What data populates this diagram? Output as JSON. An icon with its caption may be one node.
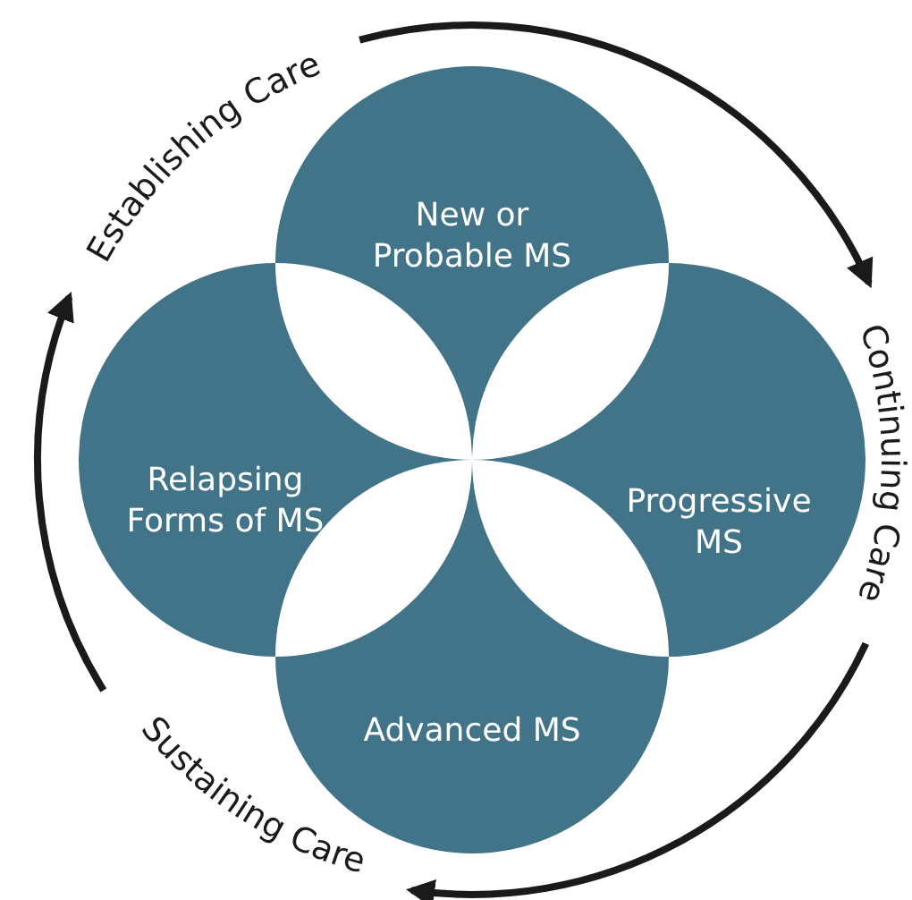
{
  "diagram": {
    "nodes": [
      {
        "text": [
          "New or Probable MS"
        ]
      },
      {
        "text": [
          "Relapsing Forms of MS"
        ]
      },
      {
        "text": [
          "Progressive MS"
        ]
      },
      {
        "text": [
          "Advanced MS"
        ]
      },
      {
        "text": [
          "Establishing Care"
        ]
      },
      {
        "text": [
          "Continuing Care"
        ]
      },
      {
        "text": [
          "Sustaining Care"
        ]
      }
    ],
    "edges": [
      {
        "from": 4,
        "to": 5,
        "arrow": "to"
      },
      {
        "from": 5,
        "to": 6,
        "arrow": "to"
      },
      {
        "from": 6,
        "to": 4,
        "arrow": "to"
      }
    ]
  }
}
